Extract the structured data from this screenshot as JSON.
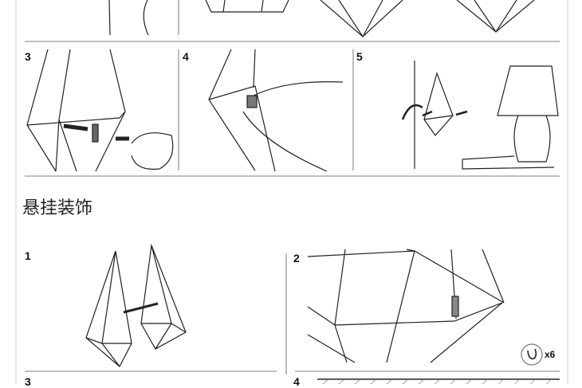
{
  "section_title": "悬挂装饰",
  "upper_steps": [
    "3",
    "4",
    "5"
  ],
  "lower_steps": [
    "1",
    "2",
    "3",
    "4"
  ],
  "magnet_quantity": "x6",
  "icons": [
    "magnet-icon",
    "arrow-icon",
    "hand-icon",
    "lamp-icon"
  ]
}
